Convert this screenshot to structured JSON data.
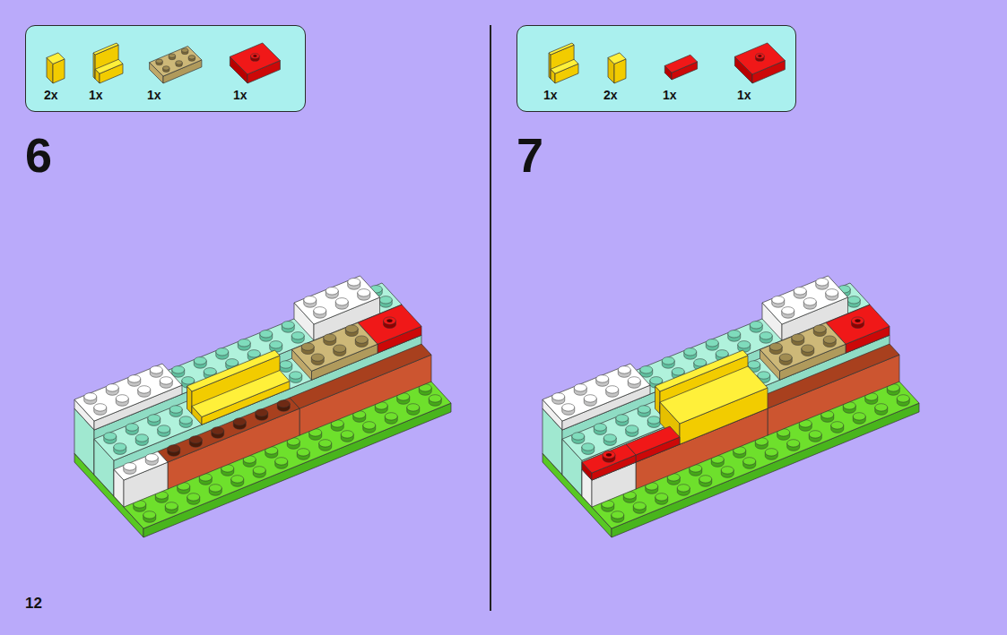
{
  "diagram": {
    "nodes": [
      {
        "text": [
          "2x",
          "1x",
          "1x",
          "1x"
        ]
      },
      {
        "text": [
          "1x",
          "2x",
          "1x",
          "1x"
        ]
      }
    ],
    "labels": [
      "6",
      "7",
      "12"
    ]
  }
}
